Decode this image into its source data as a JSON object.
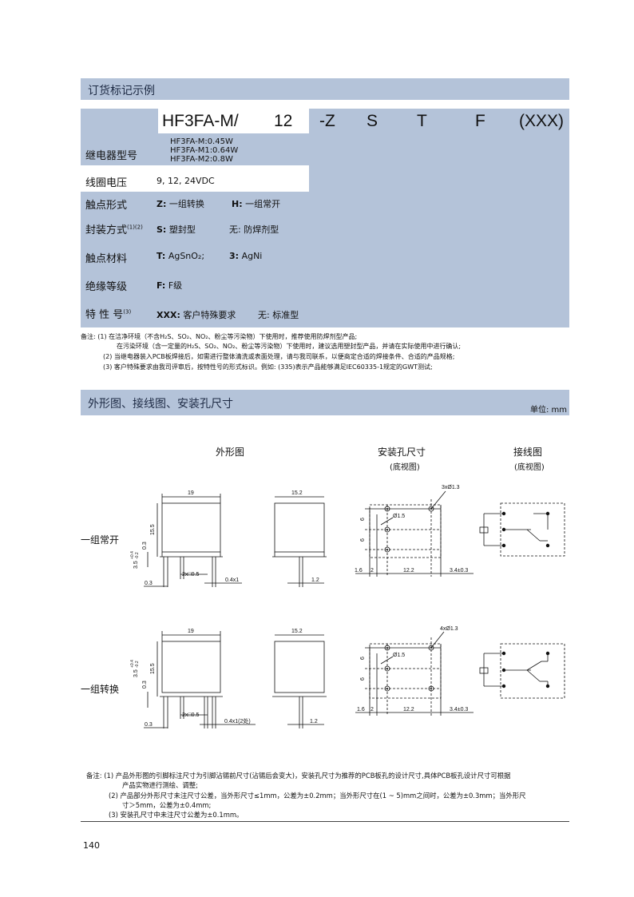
{
  "section1": {
    "title": "订货标记示例",
    "codes": [
      "HF3FA-M/",
      "12",
      "-Z",
      "S",
      "T",
      "F",
      "(XXX)"
    ],
    "rows": {
      "relay_model": {
        "label": "继电器型号",
        "options": [
          "HF3FA-M:0.45W",
          "HF3FA-M1:0.64W",
          "HF3FA-M2:0.8W"
        ]
      },
      "coil_voltage": {
        "label": "线圈电压",
        "value": "9, 12, 24VDC"
      },
      "contact_form": {
        "label": "触点形式",
        "opt1_code": "Z:",
        "opt1_text": "一组转换",
        "opt2_code": "H:",
        "opt2_text": "一组常开"
      },
      "enclosure": {
        "label": "封装方式",
        "label_sup": "(1)(2)",
        "opt1_code": "S:",
        "opt1_text": "塑封型",
        "opt2_text": "无: 防焊剂型"
      },
      "contact_material": {
        "label": "触点材料",
        "opt1_code": "T:",
        "opt1_text": "AgSnO₂;",
        "opt2_code": "3:",
        "opt2_text": "AgNi"
      },
      "insulation": {
        "label": "绝缘等级",
        "opt1_code": "F:",
        "opt1_text": "F级"
      },
      "special": {
        "label": "特 性 号",
        "label_sup": "(3)",
        "opt1_code": "XXX:",
        "opt1_text": "客户特殊要求",
        "opt2_text": "无: 标准型"
      }
    },
    "notes": [
      "备注: (1) 在洁净环境（不含H₂S、SO₂、NO₂、粉尘等污染物）下使用时，推荐使用防焊剂型产品;",
      "在污染环境（含一定量的H₂S、SO₂、NO₂、粉尘等污染物）下使用时，建议选用塑封型产品，并请在实际使用中进行确认;",
      "(2) 当继电器装入PCB板焊接后，如需进行整体清洗或表面处理，请与我司联系，以便商定合适的焊接条件、合适的产品规格;",
      "(3) 客户特殊要求由我司评审后，按特性号的形式标识。例如: (335)表示产品能够满足IEC60335-1规定的GWT测试;"
    ]
  },
  "section2": {
    "title": "外形图、接线图、安装孔尺寸",
    "unit": "单位: mm",
    "col_outline": "外形图",
    "col_mount": "安装孔尺寸",
    "col_mount_sub": "(底视图)",
    "col_wiring": "接线图",
    "col_wiring_sub": "(底视图)",
    "row1_label": "一组常开",
    "row2_label": "一组转换",
    "dims": {
      "width_19": "19",
      "width_152": "15.2",
      "height_155": "15.5",
      "pin_35": "3.5",
      "tol_plus": "+0.4",
      "tol_minus": "-0.2",
      "d03": "0.3",
      "pin_2x05": "2x□0.5",
      "pin_04x1": "0.4x1",
      "pin_04x1_2": "0.4x1(2处)",
      "d12": "1.2",
      "holes_3": "3xØ1.3",
      "holes_4": "4xØ1.3",
      "hole_15": "Ø1.5",
      "p6": "6",
      "p16": "1.6",
      "p2": "2",
      "p122": "12.2",
      "p34": "3.4±0.3"
    },
    "notes": [
      "备注: (1)  产品外形图的引脚标注尺寸为引脚沾锡前尺寸(沾锡后会变大)，安装孔尺寸为推荐的PCB板孔的设计尺寸,具体PCB板孔设计尺寸可根据",
      "产品实物进行测绘、调整;",
      "(2)  产品部分外形尺寸未注尺寸公差，当外形尺寸≤1mm，公差为±0.2mm；当外形尺寸在(1 ~ 5)mm之间时，公差为±0.3mm；当外形尺",
      "寸＞5mm，公差为±0.4mm;",
      "(3) 安装孔尺寸中未注尺寸公差为±0.1mm。"
    ]
  },
  "page_number": "140"
}
